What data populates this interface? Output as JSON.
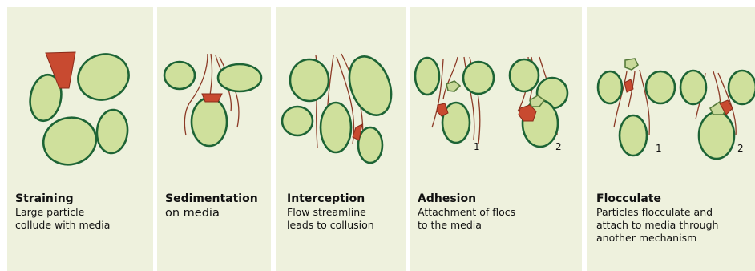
{
  "panels": [
    {
      "title": "Straining",
      "desc": "Large particle\ncollude with media"
    },
    {
      "title": "Sedimentation",
      "desc": "on media"
    },
    {
      "title": "Interception",
      "desc": "Flow streamline\nleads to collusion"
    },
    {
      "title": "Adhesion",
      "desc": "Attachment of flocs\nto the media",
      "labels": [
        "1",
        "2"
      ]
    },
    {
      "title": "Flocculate",
      "desc": "Particles flocculate and\nattach to media through\nanother mechanism",
      "labels": [
        "1",
        "2"
      ]
    }
  ],
  "colors": {
    "panel_bg": "#eef1dd",
    "media_fill": "#cfe09c",
    "media_stroke": "#1d6435",
    "flow_line": "#8c3a26",
    "particle": "#c84a30",
    "floc": "#c9d99a"
  }
}
